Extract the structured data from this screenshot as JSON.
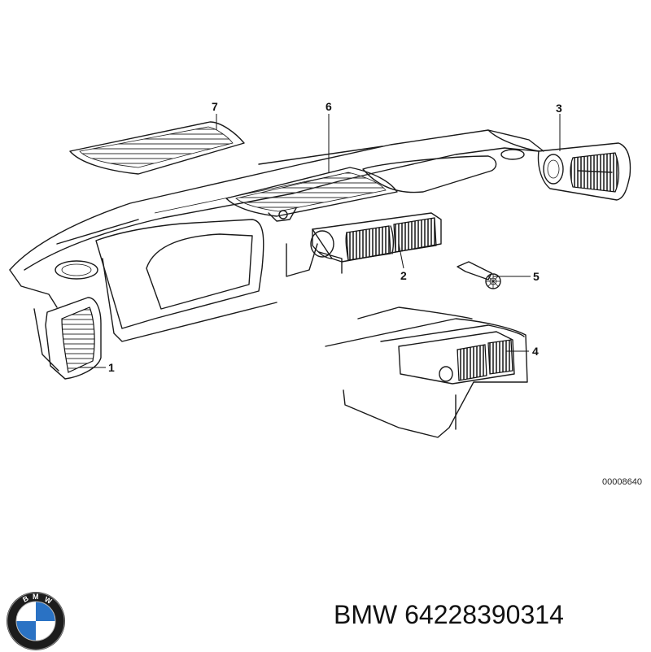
{
  "callouts": [
    "1",
    "2",
    "3",
    "4",
    "5",
    "6",
    "7"
  ],
  "figure_id": "00008640",
  "caption": {
    "brand": "BMW",
    "part_number": "64228390314"
  },
  "logo": {
    "icon": "bmw-roundel-icon",
    "letters": "BMW",
    "colors": {
      "ring": "#1c1c1c",
      "blue": "#2a72c4",
      "white": "#ffffff"
    }
  }
}
